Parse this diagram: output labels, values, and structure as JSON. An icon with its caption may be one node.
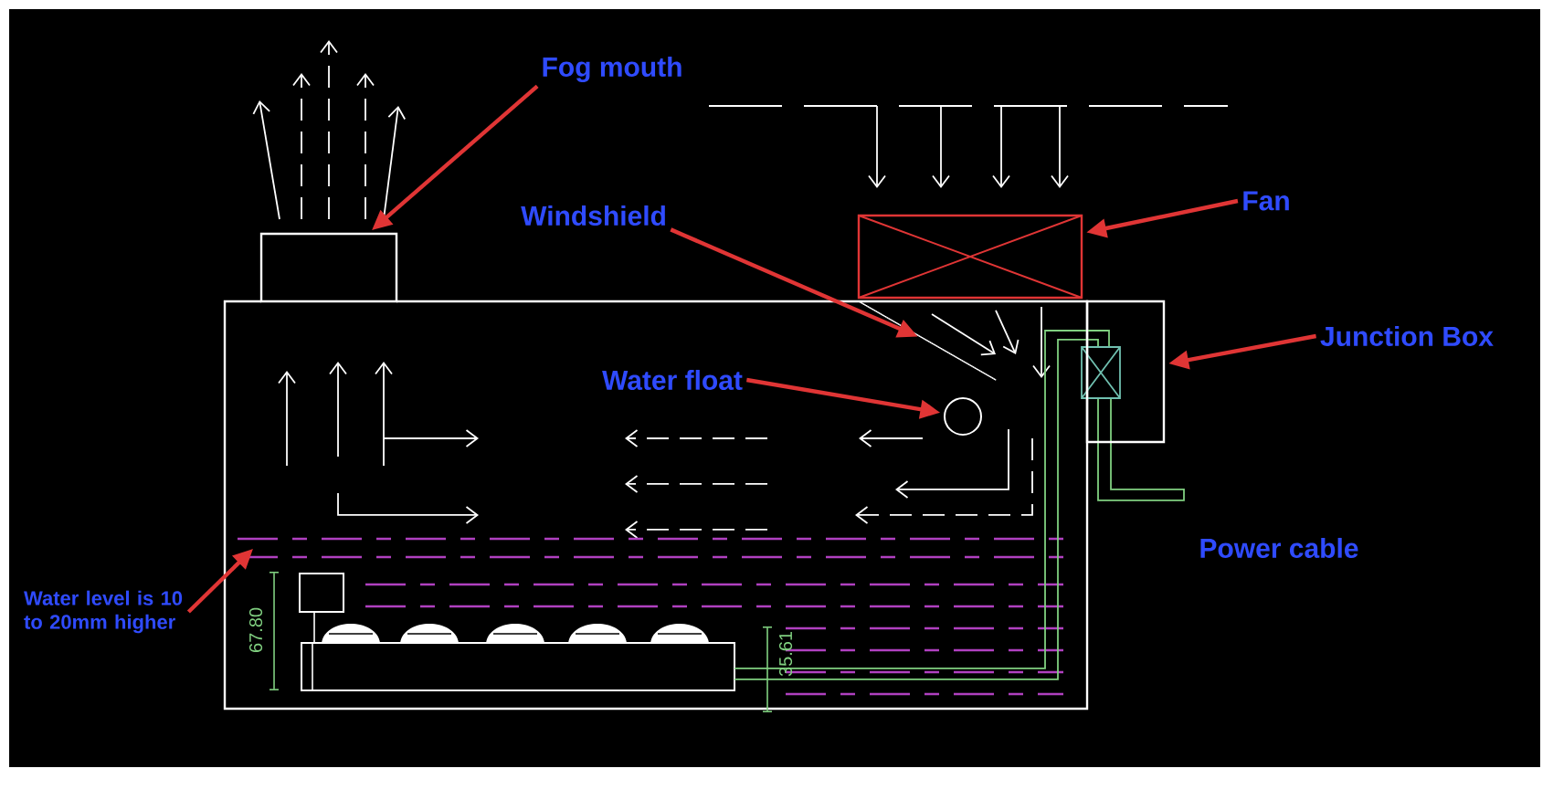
{
  "diagram": {
    "nodes": [
      {
        "text": [
          "Fog mouth"
        ]
      },
      {
        "text": [],
        "shape": "box"
      },
      {
        "text": [
          "Windshield"
        ]
      },
      {
        "text": [],
        "shape": "line"
      },
      {
        "text": [
          "Fan"
        ]
      },
      {
        "text": [],
        "shape": "box"
      },
      {
        "text": [
          "Junction Box"
        ]
      },
      {
        "text": [],
        "shape": "box"
      },
      {
        "text": [
          "Water float"
        ]
      },
      {
        "text": [],
        "shape": "circle"
      },
      {
        "text": [
          "Water level is 10 to 20mm higher"
        ]
      }
    ],
    "edges": [
      {
        "from": 0,
        "to": 1,
        "arrow": "to"
      },
      {
        "from": 2,
        "to": 3,
        "arrow": "to"
      },
      {
        "from": 4,
        "to": 5,
        "arrow": "to"
      },
      {
        "from": 6,
        "to": 7,
        "arrow": "to"
      },
      {
        "from": 8,
        "to": 9,
        "arrow": "to"
      },
      {
        "from": 10,
        "to": null,
        "arrow": "to"
      }
    ],
    "labels": [
      "Power cable",
      "67.80",
      "35.61"
    ]
  }
}
